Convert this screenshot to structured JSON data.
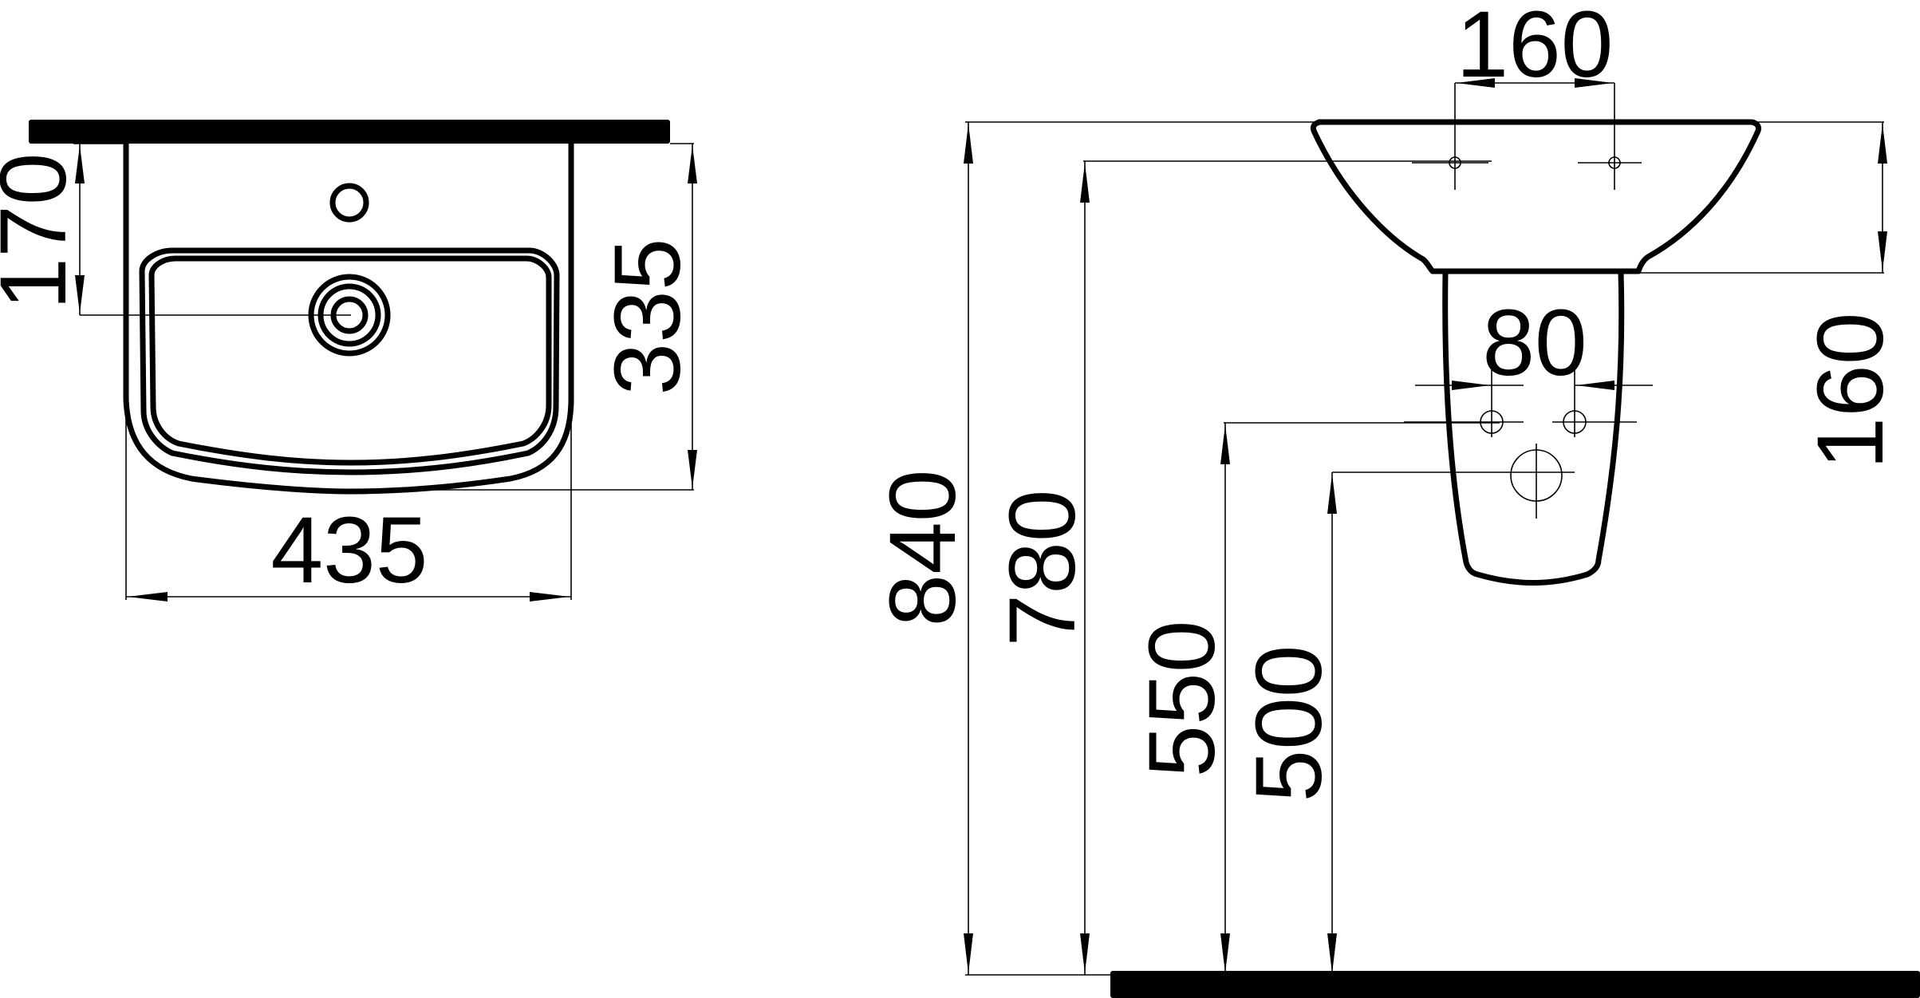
{
  "plan_view": {
    "width_label": "435",
    "depth_label": "335",
    "tap_offset_label": "170"
  },
  "side_view": {
    "mount_spacing_label": "160",
    "pedestal_spacing_label": "80",
    "bowl_height_label": "160",
    "rim_height_label": "840",
    "mount_height_label": "780",
    "upper_outlet_height_label": "550",
    "lower_outlet_height_label": "500"
  }
}
